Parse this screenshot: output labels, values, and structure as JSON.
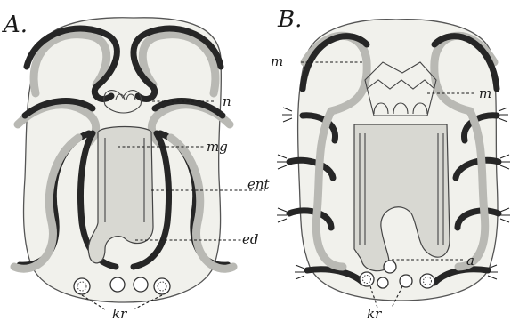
{
  "figure": {
    "panels": [
      {
        "letter": "A.",
        "labels": {
          "n": "n",
          "mg": "mg",
          "ent": "ent",
          "ed": "ed",
          "kr": "kr"
        }
      },
      {
        "letter": "B.",
        "labels": {
          "m_left": "m",
          "m_right": "m",
          "a": "a",
          "kr": "kr"
        }
      }
    ]
  }
}
